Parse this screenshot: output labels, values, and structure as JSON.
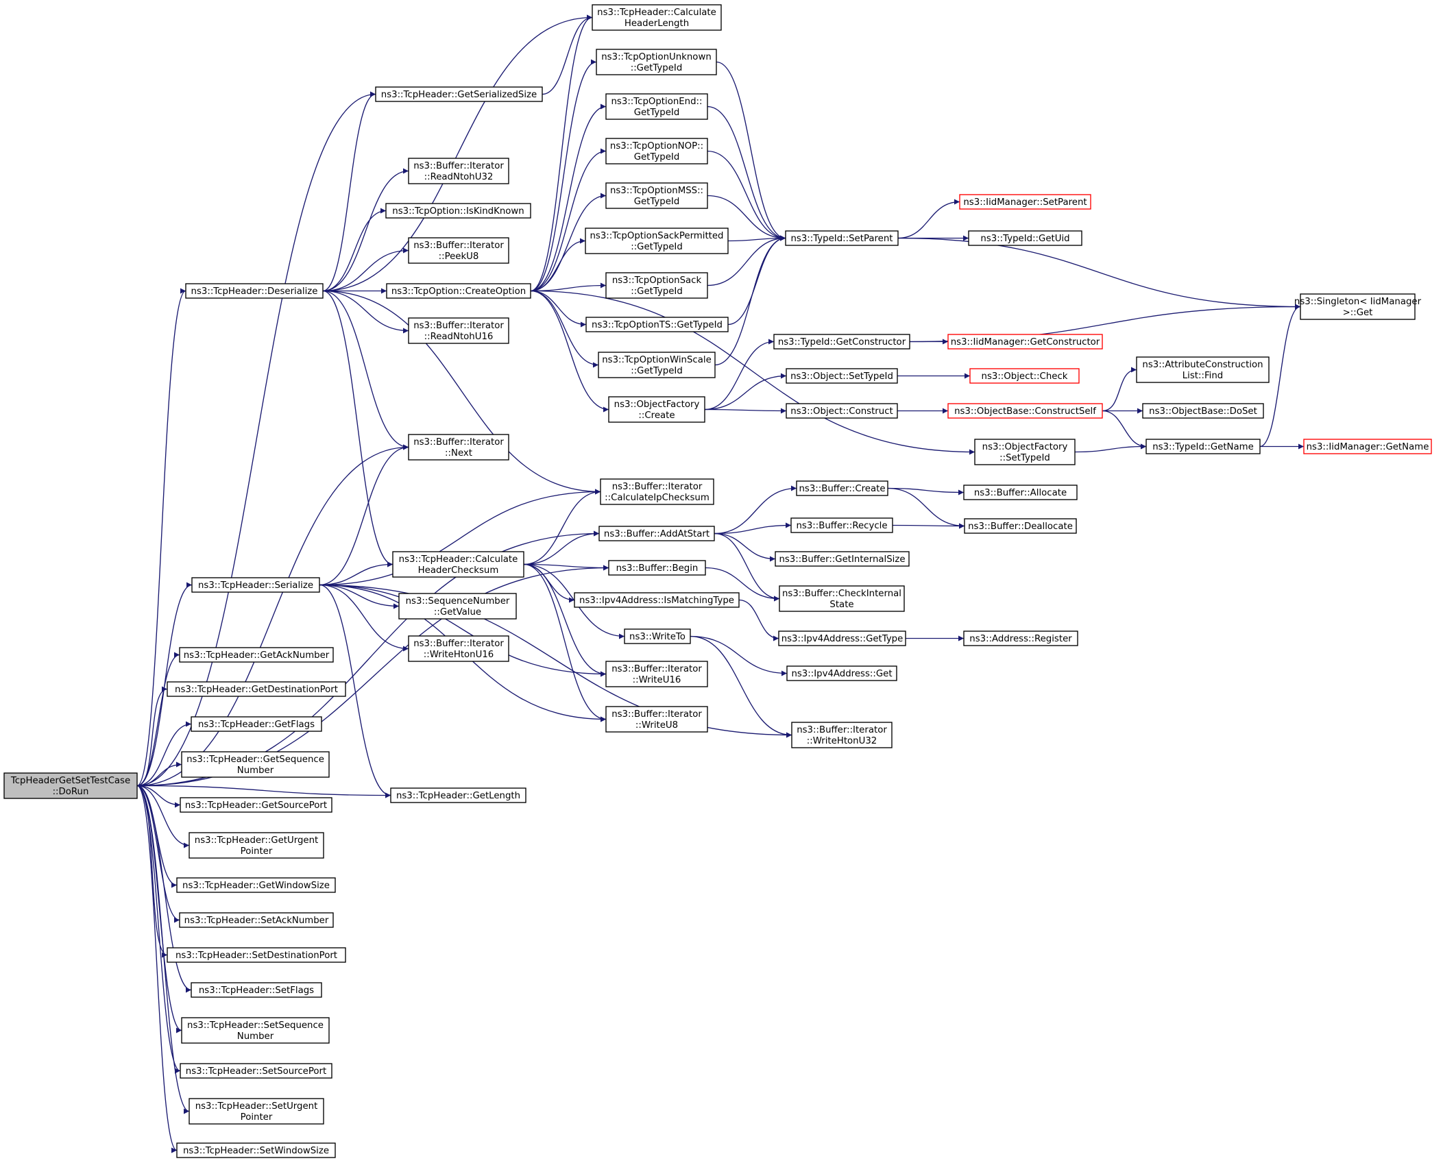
{
  "colors": {
    "edge": "#191970",
    "border": "#000000",
    "truncated_border": "#ff0000",
    "root_fill": "#bfbfbf",
    "node_fill": "#ffffff"
  },
  "nodes": [
    {
      "id": "root",
      "lines": [
        "TcpHeaderGetSetTestCase",
        "::DoRun"
      ],
      "style": "root"
    },
    {
      "id": "des",
      "lines": [
        "ns3::TcpHeader::Deserialize"
      ]
    },
    {
      "id": "ser",
      "lines": [
        "ns3::TcpHeader::Serialize"
      ]
    },
    {
      "id": "getack",
      "lines": [
        "ns3::TcpHeader::GetAckNumber"
      ]
    },
    {
      "id": "getdst",
      "lines": [
        "ns3::TcpHeader::GetDestinationPort"
      ]
    },
    {
      "id": "getflags",
      "lines": [
        "ns3::TcpHeader::GetFlags"
      ]
    },
    {
      "id": "getseq",
      "lines": [
        "ns3::TcpHeader::GetSequence",
        "Number"
      ]
    },
    {
      "id": "getsrc",
      "lines": [
        "ns3::TcpHeader::GetSourcePort"
      ]
    },
    {
      "id": "geturg",
      "lines": [
        "ns3::TcpHeader::GetUrgent",
        "Pointer"
      ]
    },
    {
      "id": "getwin",
      "lines": [
        "ns3::TcpHeader::GetWindowSize"
      ]
    },
    {
      "id": "setack",
      "lines": [
        "ns3::TcpHeader::SetAckNumber"
      ]
    },
    {
      "id": "setdst",
      "lines": [
        "ns3::TcpHeader::SetDestinationPort"
      ]
    },
    {
      "id": "setflags",
      "lines": [
        "ns3::TcpHeader::SetFlags"
      ]
    },
    {
      "id": "setseq",
      "lines": [
        "ns3::TcpHeader::SetSequence",
        "Number"
      ]
    },
    {
      "id": "setsrc",
      "lines": [
        "ns3::TcpHeader::SetSourcePort"
      ]
    },
    {
      "id": "seturg",
      "lines": [
        "ns3::TcpHeader::SetUrgent",
        "Pointer"
      ]
    },
    {
      "id": "setwin",
      "lines": [
        "ns3::TcpHeader::SetWindowSize"
      ]
    },
    {
      "id": "serial",
      "lines": [
        "ns3::TcpHeader::GetSerializedSize"
      ]
    },
    {
      "id": "rdn32",
      "lines": [
        "ns3::Buffer::Iterator",
        "::ReadNtohU32"
      ]
    },
    {
      "id": "iskind",
      "lines": [
        "ns3::TcpOption::IsKindKnown"
      ]
    },
    {
      "id": "peek",
      "lines": [
        "ns3::Buffer::Iterator",
        "::PeekU8"
      ]
    },
    {
      "id": "create",
      "lines": [
        "ns3::TcpOption::CreateOption"
      ]
    },
    {
      "id": "rdn16",
      "lines": [
        "ns3::Buffer::Iterator",
        "::ReadNtohU16"
      ]
    },
    {
      "id": "next",
      "lines": [
        "ns3::Buffer::Iterator",
        "::Next"
      ]
    },
    {
      "id": "calcck",
      "lines": [
        "ns3::TcpHeader::Calculate",
        "HeaderChecksum"
      ]
    },
    {
      "id": "seqval",
      "lines": [
        "ns3::SequenceNumber",
        "::GetValue"
      ]
    },
    {
      "id": "wrhton16",
      "lines": [
        "ns3::Buffer::Iterator",
        "::WriteHtonU16"
      ]
    },
    {
      "id": "getlen",
      "lines": [
        "ns3::TcpHeader::GetLength"
      ]
    },
    {
      "id": "calclen",
      "lines": [
        "ns3::TcpHeader::Calculate",
        "HeaderLength"
      ]
    },
    {
      "id": "unk",
      "lines": [
        "ns3::TcpOptionUnknown",
        "::GetTypeId"
      ]
    },
    {
      "id": "end",
      "lines": [
        "ns3::TcpOptionEnd::",
        "GetTypeId"
      ]
    },
    {
      "id": "nop",
      "lines": [
        "ns3::TcpOptionNOP::",
        "GetTypeId"
      ]
    },
    {
      "id": "mss",
      "lines": [
        "ns3::TcpOptionMSS::",
        "GetTypeId"
      ]
    },
    {
      "id": "sackp",
      "lines": [
        "ns3::TcpOptionSackPermitted",
        "::GetTypeId"
      ]
    },
    {
      "id": "sack",
      "lines": [
        "ns3::TcpOptionSack",
        "::GetTypeId"
      ]
    },
    {
      "id": "ts",
      "lines": [
        "ns3::TcpOptionTS::GetTypeId"
      ]
    },
    {
      "id": "winsc",
      "lines": [
        "ns3::TcpOptionWinScale",
        "::GetTypeId"
      ]
    },
    {
      "id": "ofcreate",
      "lines": [
        "ns3::ObjectFactory",
        "::Create"
      ]
    },
    {
      "id": "ipck",
      "lines": [
        "ns3::Buffer::Iterator",
        "::CalculateIpChecksum"
      ]
    },
    {
      "id": "addstart",
      "lines": [
        "ns3::Buffer::AddAtStart"
      ]
    },
    {
      "id": "begin",
      "lines": [
        "ns3::Buffer::Begin"
      ]
    },
    {
      "id": "ismatch",
      "lines": [
        "ns3::Ipv4Address::IsMatchingType"
      ]
    },
    {
      "id": "writeto",
      "lines": [
        "ns3::WriteTo"
      ]
    },
    {
      "id": "wu16",
      "lines": [
        "ns3::Buffer::Iterator",
        "::WriteU16"
      ]
    },
    {
      "id": "wu8",
      "lines": [
        "ns3::Buffer::Iterator",
        "::WriteU8"
      ]
    },
    {
      "id": "setparent",
      "lines": [
        "ns3::TypeId::SetParent"
      ]
    },
    {
      "id": "getctor",
      "lines": [
        "ns3::TypeId::GetConstructor"
      ]
    },
    {
      "id": "settypeid",
      "lines": [
        "ns3::Object::SetTypeId"
      ]
    },
    {
      "id": "construct",
      "lines": [
        "ns3::Object::Construct"
      ]
    },
    {
      "id": "bcreate",
      "lines": [
        "ns3::Buffer::Create"
      ]
    },
    {
      "id": "recycle",
      "lines": [
        "ns3::Buffer::Recycle"
      ]
    },
    {
      "id": "intsize",
      "lines": [
        "ns3::Buffer::GetInternalSize"
      ]
    },
    {
      "id": "checkint",
      "lines": [
        "ns3::Buffer::CheckInternal",
        "State"
      ]
    },
    {
      "id": "gettype",
      "lines": [
        "ns3::Ipv4Address::GetType"
      ]
    },
    {
      "id": "ipget",
      "lines": [
        "ns3::Ipv4Address::Get"
      ]
    },
    {
      "id": "wrhton32",
      "lines": [
        "ns3::Buffer::Iterator",
        "::WriteHtonU32"
      ]
    },
    {
      "id": "ofsettype",
      "lines": [
        "ns3::ObjectFactory",
        "::SetTypeId"
      ]
    },
    {
      "id": "iidsetp",
      "lines": [
        "ns3::IidManager::SetParent"
      ],
      "style": "trunc"
    },
    {
      "id": "getuid",
      "lines": [
        "ns3::TypeId::GetUid"
      ]
    },
    {
      "id": "iidgetc",
      "lines": [
        "ns3::IidManager::GetConstructor"
      ],
      "style": "trunc"
    },
    {
      "id": "objcheck",
      "lines": [
        "ns3::Object::Check"
      ],
      "style": "trunc"
    },
    {
      "id": "constself",
      "lines": [
        "ns3::ObjectBase::ConstructSelf"
      ],
      "style": "trunc"
    },
    {
      "id": "allocate",
      "lines": [
        "ns3::Buffer::Allocate"
      ]
    },
    {
      "id": "dealloc",
      "lines": [
        "ns3::Buffer::Deallocate"
      ]
    },
    {
      "id": "register",
      "lines": [
        "ns3::Address::Register"
      ]
    },
    {
      "id": "singleton",
      "lines": [
        "ns3::Singleton< IidManager",
        " >::Get"
      ]
    },
    {
      "id": "attrfind",
      "lines": [
        "ns3::AttributeConstruction",
        "List::Find"
      ]
    },
    {
      "id": "doset",
      "lines": [
        "ns3::ObjectBase::DoSet"
      ]
    },
    {
      "id": "getname",
      "lines": [
        "ns3::TypeId::GetName"
      ]
    },
    {
      "id": "iidgetn",
      "lines": [
        "ns3::IidManager::GetName"
      ],
      "style": "trunc"
    }
  ],
  "edges": [
    [
      "root",
      "serial"
    ],
    [
      "root",
      "des"
    ],
    [
      "root",
      "ser"
    ],
    [
      "root",
      "next"
    ],
    [
      "root",
      "addstart"
    ],
    [
      "root",
      "begin"
    ],
    [
      "root",
      "getlen"
    ],
    [
      "root",
      "getack"
    ],
    [
      "root",
      "getdst"
    ],
    [
      "root",
      "getflags"
    ],
    [
      "root",
      "getseq"
    ],
    [
      "root",
      "getsrc"
    ],
    [
      "root",
      "geturg"
    ],
    [
      "root",
      "getwin"
    ],
    [
      "root",
      "setack"
    ],
    [
      "root",
      "setdst"
    ],
    [
      "root",
      "setflags"
    ],
    [
      "root",
      "setseq"
    ],
    [
      "root",
      "setsrc"
    ],
    [
      "root",
      "seturg"
    ],
    [
      "root",
      "setwin"
    ],
    [
      "des",
      "calclen"
    ],
    [
      "des",
      "serial"
    ],
    [
      "des",
      "rdn32"
    ],
    [
      "des",
      "iskind"
    ],
    [
      "des",
      "peek"
    ],
    [
      "des",
      "create"
    ],
    [
      "des",
      "rdn16"
    ],
    [
      "des",
      "next"
    ],
    [
      "des",
      "calcck"
    ],
    [
      "des",
      "ipck"
    ],
    [
      "serial",
      "calclen"
    ],
    [
      "ser",
      "next"
    ],
    [
      "ser",
      "ipck"
    ],
    [
      "ser",
      "calcck"
    ],
    [
      "ser",
      "seqval"
    ],
    [
      "ser",
      "wrhton16"
    ],
    [
      "ser",
      "getlen"
    ],
    [
      "ser",
      "wu16"
    ],
    [
      "ser",
      "wu8"
    ],
    [
      "ser",
      "wrhton32"
    ],
    [
      "create",
      "calclen"
    ],
    [
      "create",
      "unk"
    ],
    [
      "create",
      "end"
    ],
    [
      "create",
      "nop"
    ],
    [
      "create",
      "mss"
    ],
    [
      "create",
      "sackp"
    ],
    [
      "create",
      "sack"
    ],
    [
      "create",
      "ts"
    ],
    [
      "create",
      "winsc"
    ],
    [
      "create",
      "ofcreate"
    ],
    [
      "create",
      "ofsettype"
    ],
    [
      "unk",
      "setparent"
    ],
    [
      "end",
      "setparent"
    ],
    [
      "nop",
      "setparent"
    ],
    [
      "mss",
      "setparent"
    ],
    [
      "sackp",
      "setparent"
    ],
    [
      "sack",
      "setparent"
    ],
    [
      "ts",
      "setparent"
    ],
    [
      "winsc",
      "setparent"
    ],
    [
      "ofcreate",
      "getctor"
    ],
    [
      "ofcreate",
      "settypeid"
    ],
    [
      "ofcreate",
      "construct"
    ],
    [
      "calcck",
      "ipck"
    ],
    [
      "calcck",
      "addstart"
    ],
    [
      "calcck",
      "begin"
    ],
    [
      "calcck",
      "ismatch"
    ],
    [
      "calcck",
      "writeto"
    ],
    [
      "calcck",
      "wu16"
    ],
    [
      "calcck",
      "wu8"
    ],
    [
      "addstart",
      "bcreate"
    ],
    [
      "addstart",
      "recycle"
    ],
    [
      "addstart",
      "intsize"
    ],
    [
      "addstart",
      "checkint"
    ],
    [
      "begin",
      "checkint"
    ],
    [
      "ismatch",
      "gettype"
    ],
    [
      "writeto",
      "ipget"
    ],
    [
      "writeto",
      "wrhton32"
    ],
    [
      "setparent",
      "iidsetp"
    ],
    [
      "setparent",
      "getuid"
    ],
    [
      "setparent",
      "singleton"
    ],
    [
      "getctor",
      "iidgetc"
    ],
    [
      "getctor",
      "singleton"
    ],
    [
      "settypeid",
      "objcheck"
    ],
    [
      "construct",
      "constself"
    ],
    [
      "constself",
      "attrfind"
    ],
    [
      "constself",
      "doset"
    ],
    [
      "constself",
      "getname"
    ],
    [
      "bcreate",
      "allocate"
    ],
    [
      "bcreate",
      "dealloc"
    ],
    [
      "recycle",
      "dealloc"
    ],
    [
      "gettype",
      "register"
    ],
    [
      "ofsettype",
      "getname"
    ],
    [
      "getname",
      "iidgetn"
    ],
    [
      "getname",
      "singleton"
    ]
  ]
}
